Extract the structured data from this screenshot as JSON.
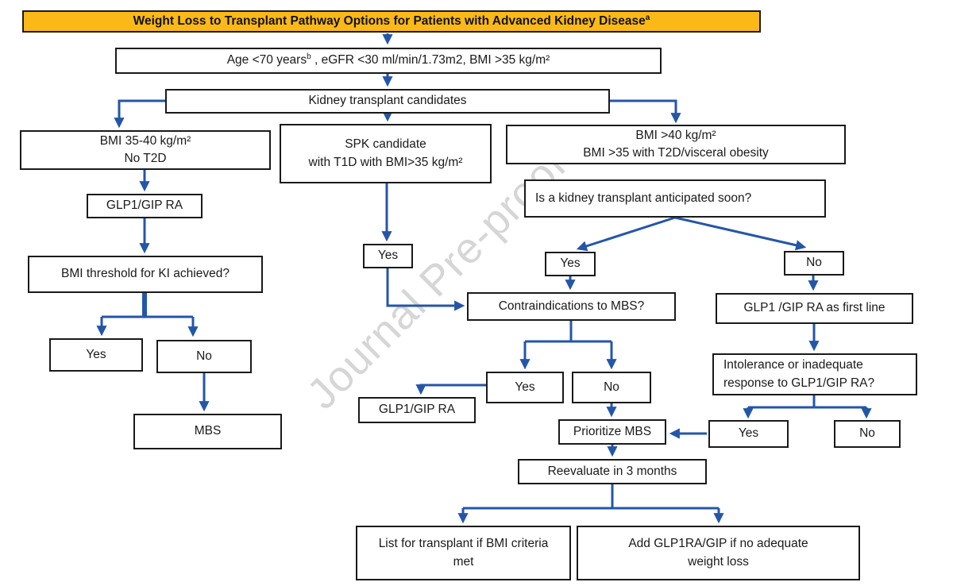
{
  "title": {
    "text": "Weight Loss to Transplant Pathway Options for Patients with Advanced Kidney Disease",
    "superscript": "a"
  },
  "watermark": "Journal Pre-proof",
  "colors": {
    "title_background": "#FBB917",
    "arrow_blue": "#2456A8",
    "box_border": "#1A1A1A",
    "watermark_gray": "#9E9E9E"
  },
  "nodes": {
    "age": {
      "pre": "Age <70 years",
      "sup": "b",
      "post": " , eGFR <30 ml/min/1.73m2, BMI >35 kg/m²"
    },
    "kidney_candidates": "Kidney transplant candidates",
    "bmi_35_40": "BMI 35-40 kg/m²\nNo T2D",
    "spk": "SPK candidate\nwith T1D with BMI>35 kg/m²",
    "bmi_40": "BMI >40 kg/m²\nBMI >35 with T2D/visceral obesity",
    "anticipated": "Is a kidney transplant anticipated soon?",
    "glp1_gip_ra_left": "GLP1/GIP RA",
    "bmi_threshold": "BMI threshold for KI achieved?",
    "yes_threshold": "Yes",
    "no_threshold": "No",
    "mbs": "MBS",
    "yes_spk": "Yes",
    "yes_anticipated": "Yes",
    "no_anticipated": "No",
    "contraindications": "Contraindications to MBS?",
    "glp1_first_line": "GLP1 /GIP RA as first line",
    "intolerance": "Intolerance or inadequate\nresponse to GLP1/GIP RA?",
    "yes_contra": "Yes",
    "no_contra": "No",
    "glp1_gip_ra_mid": "GLP1/GIP RA",
    "prioritize_mbs": "Prioritize MBS",
    "yes_intolerance": "Yes",
    "no_intolerance": "No",
    "reevaluate": "Reevaluate in 3 months",
    "list_transplant": "List for transplant if BMI criteria\nmet",
    "add_glp1": "Add GLP1RA/GIP if no adequate\nweight loss"
  }
}
